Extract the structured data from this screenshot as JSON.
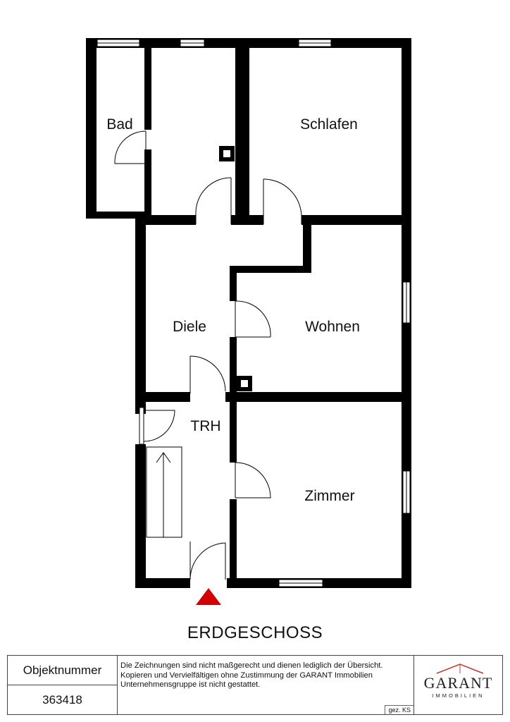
{
  "rooms": {
    "bad": "Bad",
    "schlafen": "Schlafen",
    "diele": "Diele",
    "wohnen": "Wohnen",
    "trh": "TRH",
    "zimmer": "Zimmer"
  },
  "floor_title": "ERDGESCHOSS",
  "footer": {
    "object_label": "Objektnummer",
    "object_number": "363418",
    "disclaimer": "Die Zeichnungen sind nicht maßgerecht und dienen lediglich der Übersicht. Kopieren und Vervielfältigen ohne Zustimmung der GARANT Immobilien Unternehmensgruppe ist nicht gestattet.",
    "signature": "gez. KS",
    "logo_word": "GARANT",
    "logo_sub": "IMMOBILIEN"
  },
  "colors": {
    "wall": "#000000",
    "entrance_marker": "#d40000",
    "logo_roof": "#c0392b"
  }
}
